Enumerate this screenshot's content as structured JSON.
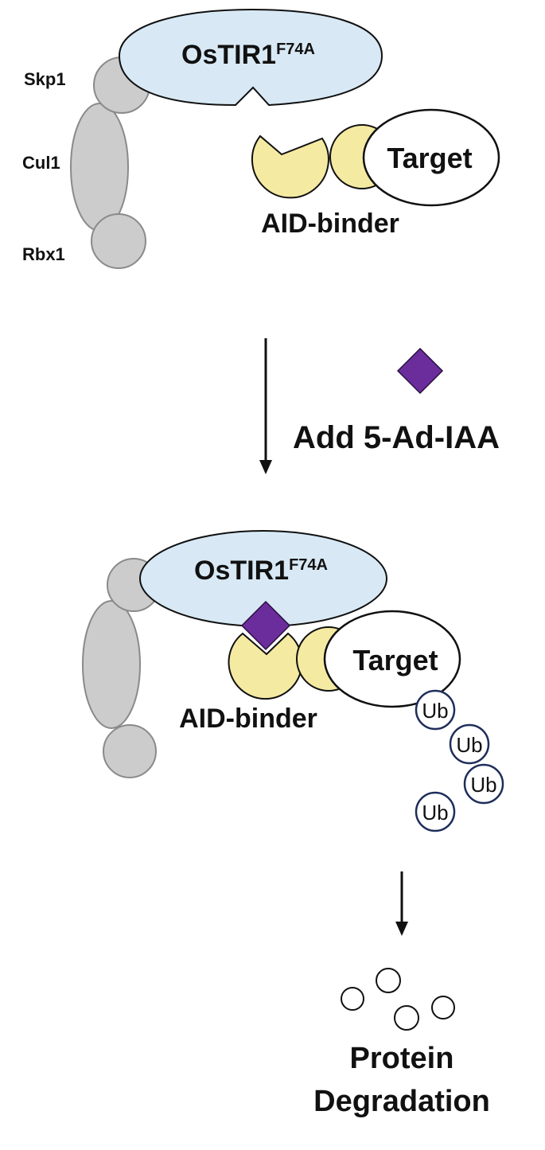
{
  "colors": {
    "tir1_fill": "#d8e9f5",
    "aid_fill": "#f5eaa2",
    "scaffold_fill": "#cccccc",
    "scaffold_stroke": "#8a8a8a",
    "ligand_fill": "#6b2d9c",
    "ub_stroke": "#1e2d5a",
    "outline": "#111111"
  },
  "top_complex": {
    "tir1_name": "OsTIR1",
    "tir1_superscript": "F74A",
    "skp1_label": "Skp1",
    "cul1_label": "Cul1",
    "rbx1_label": "Rbx1",
    "target_label": "Target",
    "aid_binder_label": "AID-binder"
  },
  "step1": {
    "arrow_icon": "down-arrow-icon",
    "ligand_icon": "diamond-icon",
    "label": "Add 5-Ad-IAA"
  },
  "bottom_complex": {
    "tir1_name": "OsTIR1",
    "tir1_superscript": "F74A",
    "target_label": "Target",
    "aid_binder_label": "AID-binder",
    "ubiquitin_labels": [
      "Ub",
      "Ub",
      "Ub",
      "Ub"
    ]
  },
  "step2": {
    "arrow_icon": "down-arrow-icon",
    "result_line1": "Protein",
    "result_line2": "Degradation"
  }
}
